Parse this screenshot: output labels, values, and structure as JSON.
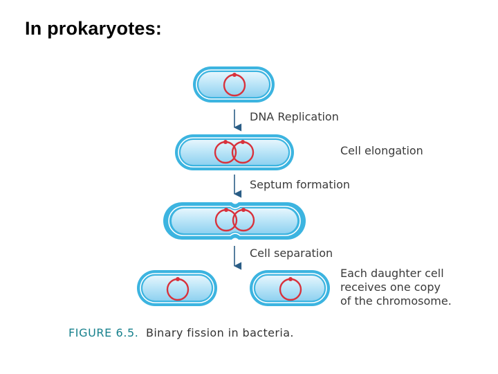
{
  "title": "In prokaryotes:",
  "labels": {
    "dna_replication": "DNA Replication",
    "cell_elongation": "Cell elongation",
    "septum_formation": "Septum formation",
    "cell_separation": "Cell separation",
    "daughter_line1": "Each daughter cell",
    "daughter_line2": "receives one copy",
    "daughter_line3": "of the chromosome."
  },
  "caption": {
    "figure": "FIGURE 6.5.",
    "text": "Binary fission in bacteria."
  },
  "colors": {
    "cell_outer": "#3cb4e0",
    "cell_fill": "#bfe6f8",
    "chromosome": "#d8323c",
    "arrow": "#2a5d86"
  }
}
